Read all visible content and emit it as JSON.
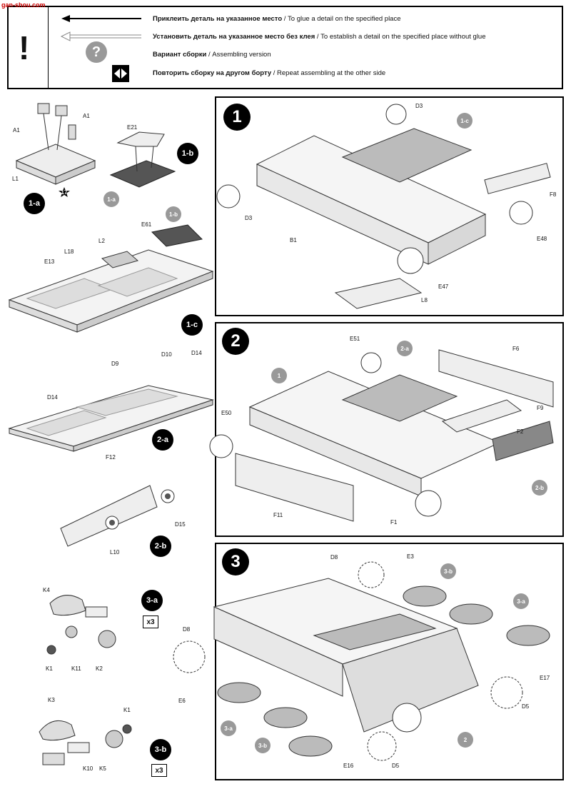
{
  "watermark": "gan-shou.com",
  "legend": {
    "exclamation": "!",
    "items": [
      {
        "icon": "arrow-solid-icon",
        "bold": "Приклеить деталь на указанное место",
        "text": " / To glue a detail on the specified place"
      },
      {
        "icon": "arrow-hollow-icon",
        "bold": "Установить деталь на указанное место без клея",
        "text": " / To establish a detail on the specified place without glue"
      },
      {
        "icon": "question-icon",
        "bold": "Вариант сборки",
        "text": " / Assembling version"
      },
      {
        "icon": "flip-arrows-icon",
        "bold": "Повторить сборку на другом борту",
        "text": "  /  Repeat assembling at the other side"
      }
    ]
  },
  "substeps": {
    "s1a": "1-a",
    "s1b": "1-b",
    "s1c": "1-c",
    "s2a": "2-a",
    "s2b": "2-b",
    "s3a": "3-a",
    "s3b": "3-b",
    "mult3a": "x3",
    "mult3b": "x3",
    "ref17": "17"
  },
  "steps": {
    "one": "1",
    "two": "2",
    "three": "3"
  },
  "labels": {
    "A1a": "A1",
    "A1b": "A1",
    "L1": "L1",
    "E21": "E21",
    "L2": "L2",
    "E61": "E61",
    "L18": "L18",
    "E13": "E13",
    "ref1b": "1-b",
    "D10": "D10",
    "D14a": "D14",
    "D9": "D9",
    "D14b": "D14",
    "F12": "F12",
    "D15": "D15",
    "L10": "L10",
    "K4": "K4",
    "K1a": "K1",
    "K11": "K11",
    "K2": "K2",
    "K3": "K3",
    "K1b": "K1",
    "K10": "K10",
    "K5": "K5",
    "p1_D3a": "D3",
    "p1_D3b": "D3",
    "p1_1c": "1-c",
    "p1_F8": "F8",
    "p1_E48": "E48",
    "p1_B1": "B1",
    "p1_E47": "E47",
    "p1_L8": "L8",
    "p2_E51": "E51",
    "p2_2a": "2-a",
    "p2_F6": "F6",
    "p2_1": "1",
    "p2_E50": "E50",
    "p2_F9": "F9",
    "p2_F2": "F2",
    "p2_2b": "2-b",
    "p2_F11": "F11",
    "p2_F1": "F1",
    "p3_D8a": "D8",
    "p3_E3": "E3",
    "p3_3b": "3-b",
    "p3_3a": "3-a",
    "p3_D8b": "D8",
    "p3_E17": "E17",
    "p3_E6": "E6",
    "p3_D5a": "D5",
    "p3_3a2": "3-a",
    "p3_3b2": "3-b",
    "p3_2": "2",
    "p3_E16": "E16",
    "p3_D5b": "D5"
  }
}
